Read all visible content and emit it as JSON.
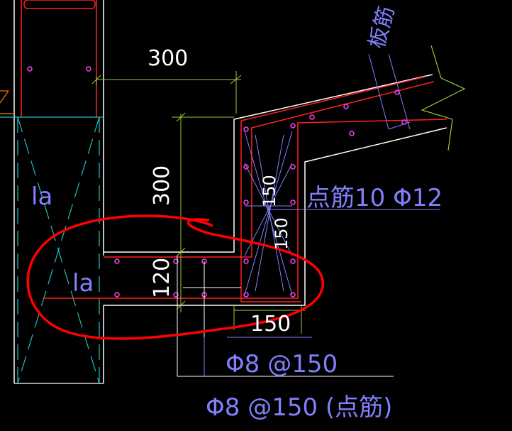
{
  "colors": {
    "background": "#000000",
    "outline": "#ffffff",
    "rebar_red": "#ff2020",
    "dim_green": "#9acd32",
    "cyan": "#20c0c0",
    "blue_text": "#8080ff",
    "rebar_point": "#ff40ff",
    "annotation_red": "#ff0000"
  },
  "dimensions": {
    "top_width": "300",
    "vertical_height": "300",
    "slab_thickness": "120",
    "step_width": "150",
    "step_height_a": "150",
    "step_height_b": "150"
  },
  "labels": {
    "anchorage_upper": "la",
    "anchorage_lower": "la",
    "slab_rebar": "板筋",
    "point_rebar_count": "点筋10 Φ12",
    "stirrup": "Φ8 @150",
    "stirrup_point": "Φ8 @150 (点筋)"
  }
}
